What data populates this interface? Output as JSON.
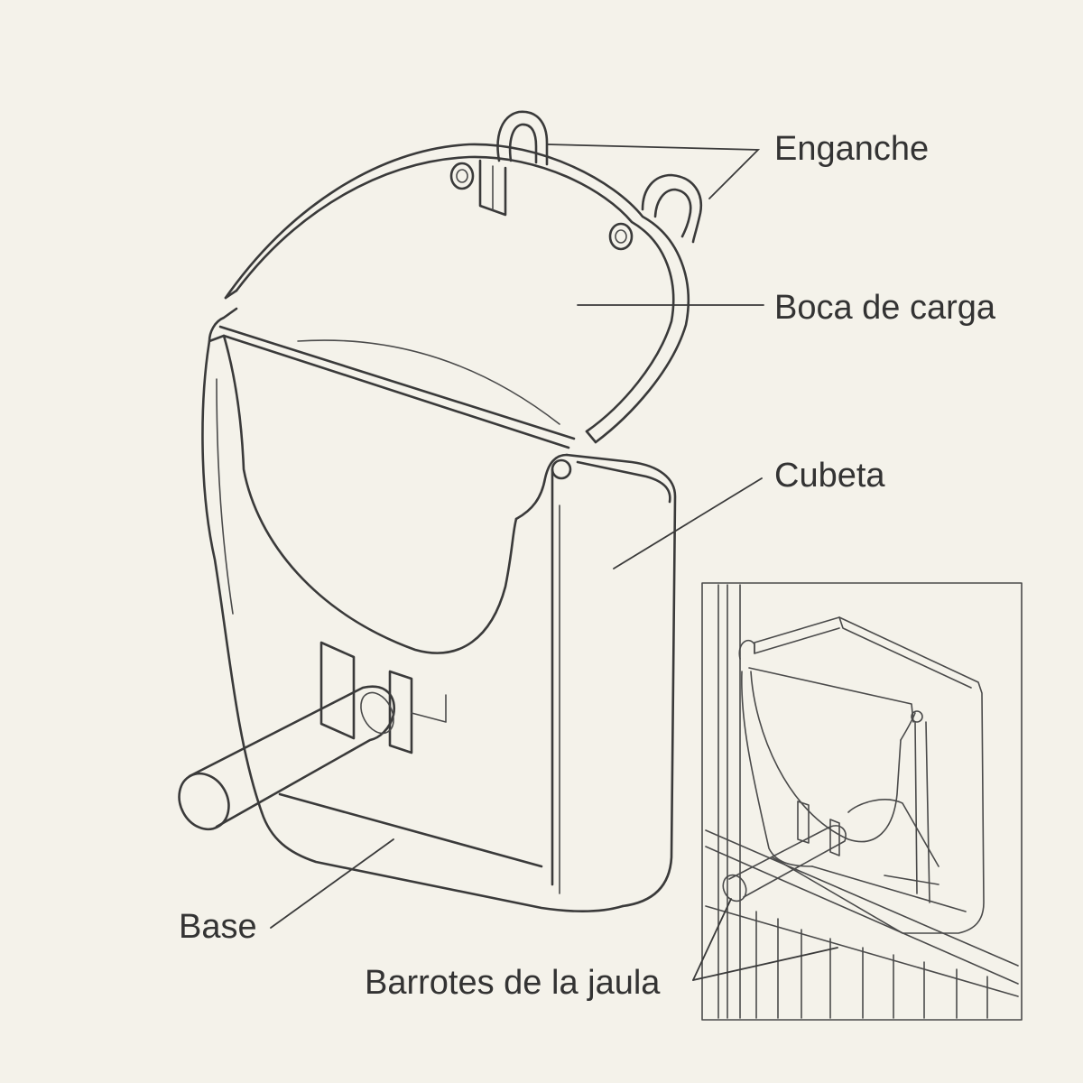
{
  "labels": {
    "enganche": "Enganche",
    "boca_de_carga": "Boca de carga",
    "cubeta": "Cubeta",
    "base": "Base",
    "barrotes": "Barrotes de la jaula"
  }
}
